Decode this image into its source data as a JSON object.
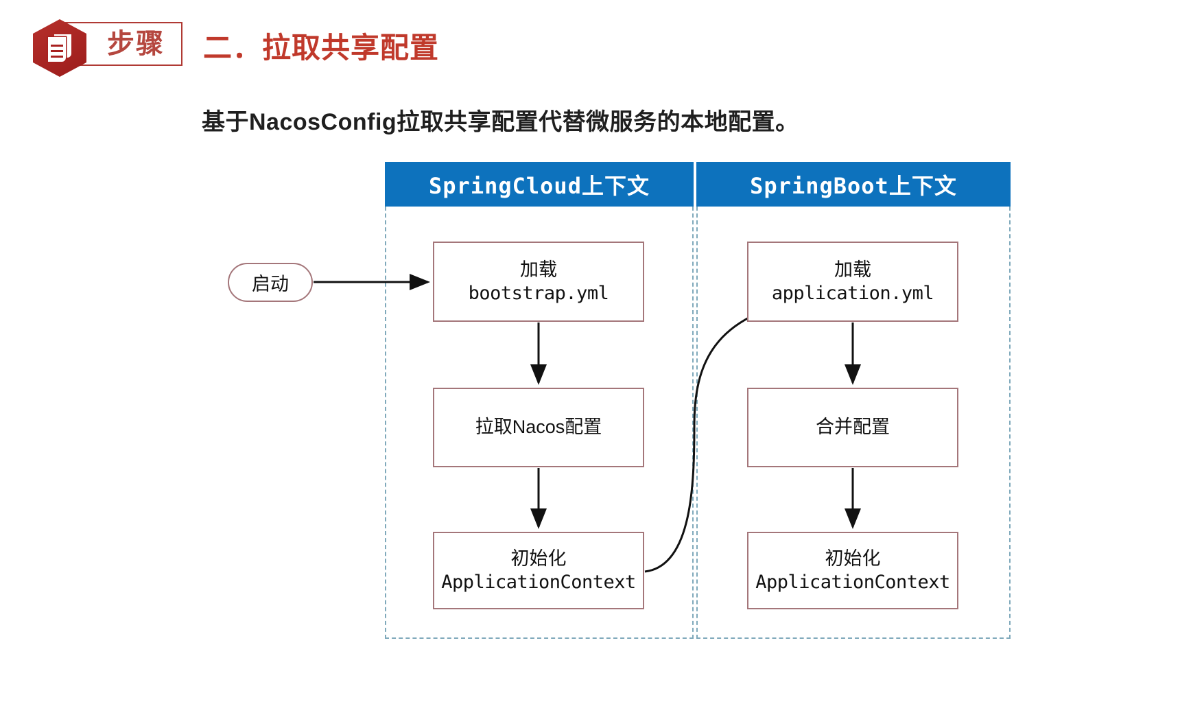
{
  "header": {
    "badge_icon": "document-icon",
    "badge_label": "步骤",
    "title": "二．拉取共享配置",
    "title_color": "#c0392b",
    "badge_color": "#a8201f"
  },
  "subtitle": "基于NacosConfig拉取共享配置代替微服务的本地配置。",
  "diagram": {
    "type": "flowchart",
    "accent_colors": {
      "context_header_blue": "#0d72bd",
      "node_border_mauve": "#a4767a",
      "divider_dashed_blue": "#7fa9bb",
      "arrow_black": "#111111"
    },
    "contexts": [
      {
        "id": "springcloud",
        "label": "SpringCloud上下文"
      },
      {
        "id": "springboot",
        "label": "SpringBoot上下文"
      }
    ],
    "start_node": {
      "id": "start",
      "label": "启动",
      "shape": "stadium"
    },
    "nodes": [
      {
        "id": "bootstrap",
        "context": "springcloud",
        "line1": "加载",
        "line2": "bootstrap.yml"
      },
      {
        "id": "nacos",
        "context": "springcloud",
        "line1": "拉取Nacos配置",
        "line2": ""
      },
      {
        "id": "appctx-left",
        "context": "springcloud",
        "line1": "初始化",
        "line2": "ApplicationContext"
      },
      {
        "id": "application",
        "context": "springboot",
        "line1": "加载",
        "line2": "application.yml"
      },
      {
        "id": "merge",
        "context": "springboot",
        "line1": "合并配置",
        "line2": ""
      },
      {
        "id": "appctx-right",
        "context": "springboot",
        "line1": "初始化",
        "line2": "ApplicationContext"
      }
    ],
    "edges": [
      {
        "from": "start",
        "to": "bootstrap",
        "style": "straight-horizontal"
      },
      {
        "from": "bootstrap",
        "to": "nacos",
        "style": "straight-vertical"
      },
      {
        "from": "nacos",
        "to": "appctx-left",
        "style": "straight-vertical"
      },
      {
        "from": "appctx-left",
        "to": "application",
        "style": "curved-s"
      },
      {
        "from": "application",
        "to": "merge",
        "style": "straight-vertical"
      },
      {
        "from": "merge",
        "to": "appctx-right",
        "style": "straight-vertical"
      }
    ]
  }
}
